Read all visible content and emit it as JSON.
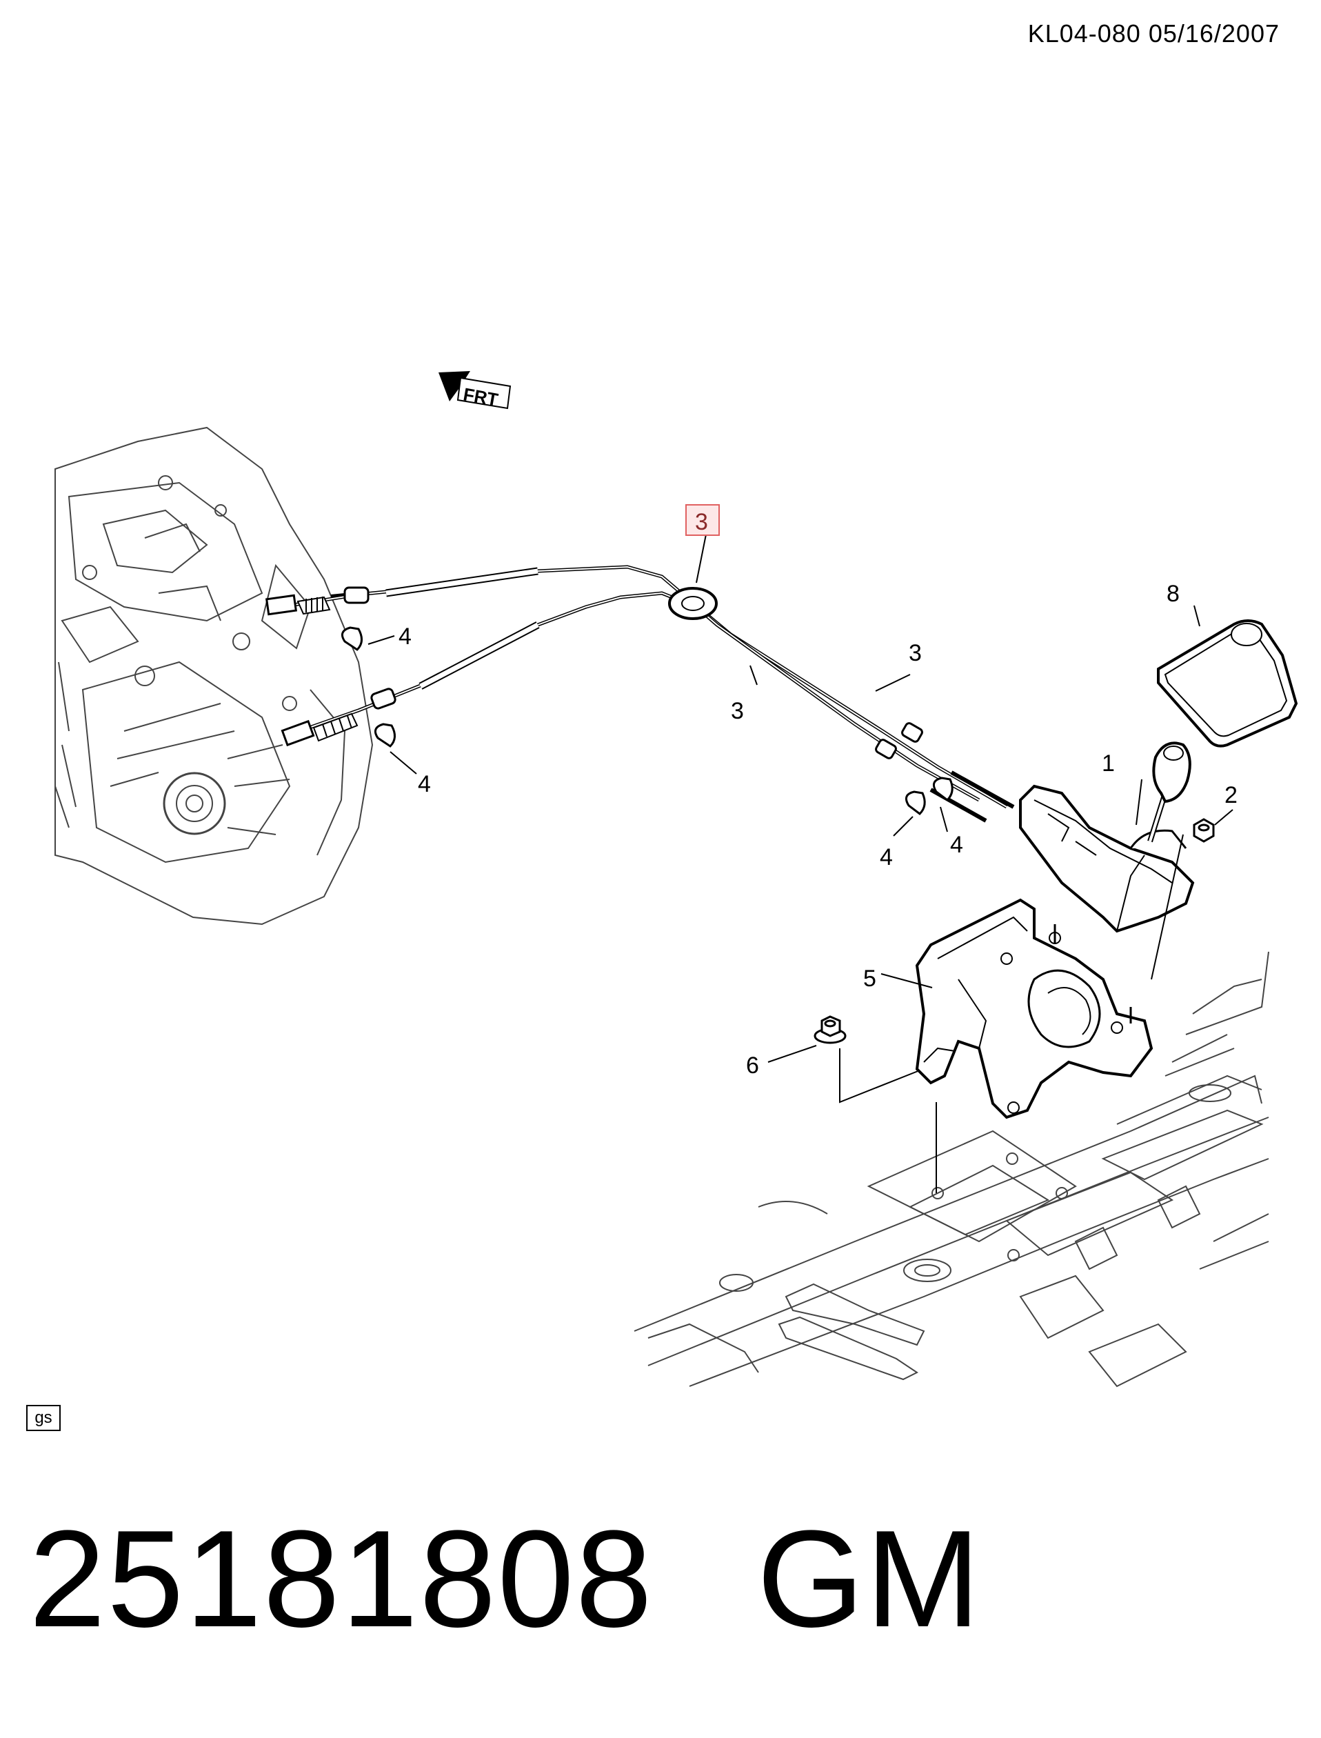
{
  "header": {
    "doc_ref": "KL04-080  05/16/2007"
  },
  "orientation_badge": {
    "text": "FRT",
    "icon": "front-arrow-icon"
  },
  "callouts": {
    "c1": "1",
    "c2": "2",
    "c3_highlight": "3",
    "c3_a": "3",
    "c3_b": "3",
    "c4_a": "4",
    "c4_b": "4",
    "c4_c": "4",
    "c4_d": "4",
    "c5": "5",
    "c6": "6",
    "c8": "8"
  },
  "highlight_color": "#e06060",
  "corner_tag": "gs",
  "footer": {
    "part_number": "25181808",
    "brand": "GM"
  }
}
